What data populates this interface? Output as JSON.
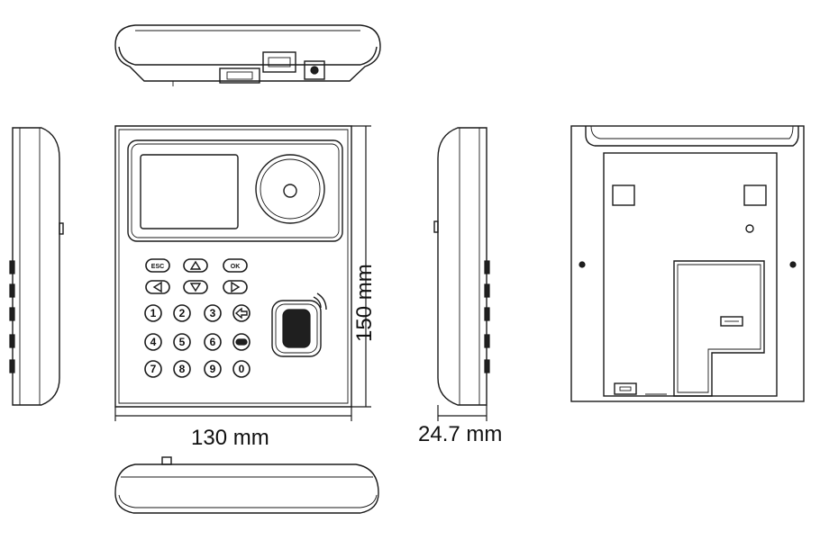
{
  "dimensions": {
    "width": "130 mm",
    "height": "150 mm",
    "depth": "24.7 mm"
  },
  "keypad": {
    "nav_keys": [
      "ESC",
      "OK"
    ],
    "number_keys": [
      "1",
      "2",
      "3",
      "4",
      "5",
      "6",
      "7",
      "8",
      "9",
      "0"
    ]
  }
}
